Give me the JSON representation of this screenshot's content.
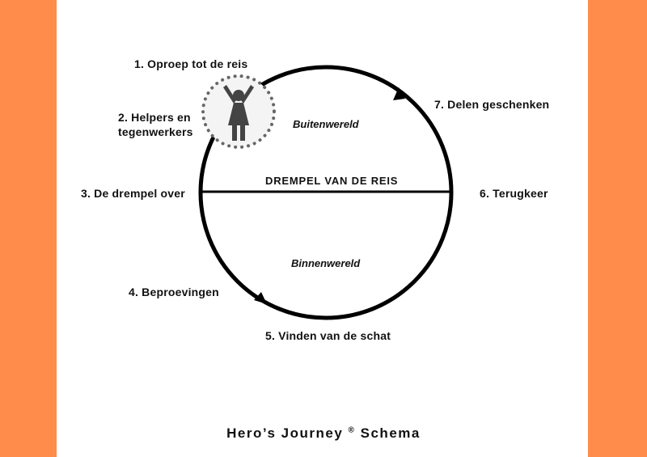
{
  "accent_color": "#ff8c4b",
  "stages": [
    "1. Oproep tot de reis",
    "2. Helpers en",
    "tegenwerkers",
    "3. De drempel over",
    "4. Beproevingen",
    "5. Vinden van de schat",
    "6. Terugkeer",
    "7. Delen geschenken"
  ],
  "threshold": "DREMPEL VAN DE REIS",
  "upper_world": "Buitenwereld",
  "lower_world": "Binnenwereld",
  "title": {
    "main": "Hero’s Journey",
    "mark": "®",
    "suffix": "Schema"
  },
  "hero_icon": "person-arms-up-icon"
}
